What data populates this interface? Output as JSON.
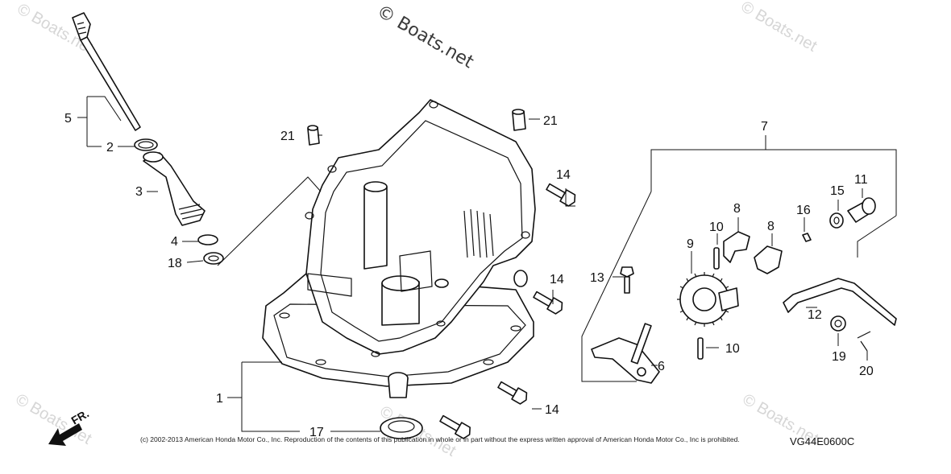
{
  "watermark": {
    "main": "© Boats.net",
    "faint": "© Boats.net"
  },
  "labels": {
    "p1": "1",
    "p2": "2",
    "p3": "3",
    "p4": "4",
    "p5": "5",
    "p6": "6",
    "p7": "7",
    "p8a": "8",
    "p8b": "8",
    "p9": "9",
    "p10a": "10",
    "p10b": "10",
    "p11": "11",
    "p12": "12",
    "p13": "13",
    "p14a": "14",
    "p14b": "14",
    "p14c": "14",
    "p15": "15",
    "p16": "16",
    "p17": "17",
    "p18": "18",
    "p19": "19",
    "p20": "20",
    "p21a": "21",
    "p21b": "21"
  },
  "direction_marker": "FR.",
  "copyright": "(c) 2002-2013 American Honda Motor Co., Inc. Reproduction of the contents of this publication in whole or in part without the express written approval of American Honda Motor Co., Inc is prohibited.",
  "diagram_code": "VG44E0600C"
}
